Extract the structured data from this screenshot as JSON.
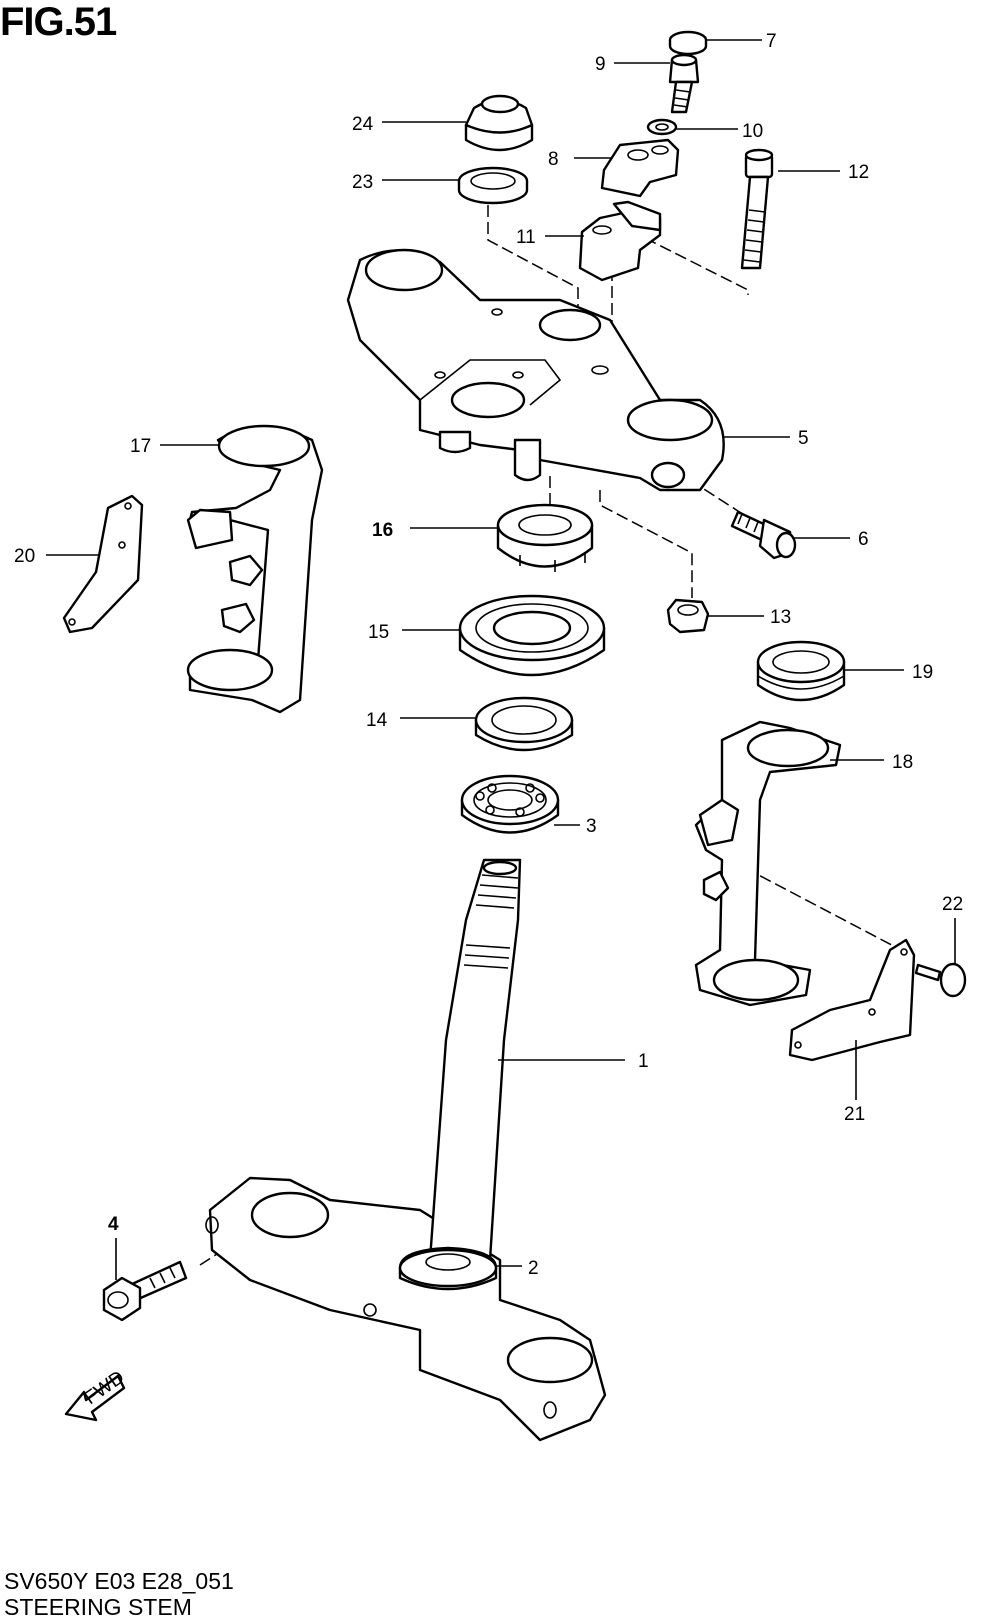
{
  "figure": {
    "title": "FIG.51",
    "footer_code": "SV650Y E03 E28_051",
    "footer_name": "STEERING STEM",
    "fwd_label": "FWD"
  },
  "callouts": {
    "c1": "1",
    "c2": "2",
    "c3": "3",
    "c4": "4",
    "c5": "5",
    "c6": "6",
    "c7": "7",
    "c8": "8",
    "c9": "9",
    "c10": "10",
    "c11": "11",
    "c12": "12",
    "c13": "13",
    "c14": "14",
    "c15": "15",
    "c16": "16",
    "c17": "17",
    "c18": "18",
    "c19": "19",
    "c20": "20",
    "c21": "21",
    "c22": "22",
    "c23": "23",
    "c24": "24"
  }
}
